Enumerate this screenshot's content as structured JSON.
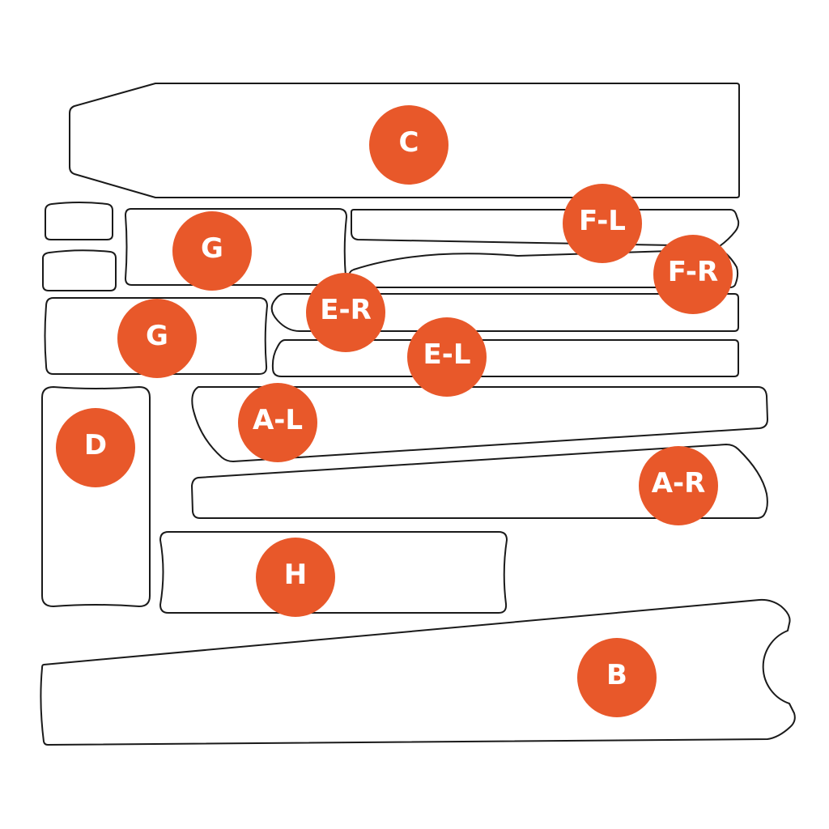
{
  "colors": {
    "badge": "#E8582A",
    "outline": "#1a1a1a",
    "background": "#ffffff"
  },
  "labels": {
    "c": "C",
    "g1": "G",
    "g2": "G",
    "fl": "F-L",
    "fr": "F-R",
    "er": "E-R",
    "el": "E-L",
    "al": "A-L",
    "ar": "A-R",
    "d": "D",
    "h": "H",
    "b": "B"
  }
}
